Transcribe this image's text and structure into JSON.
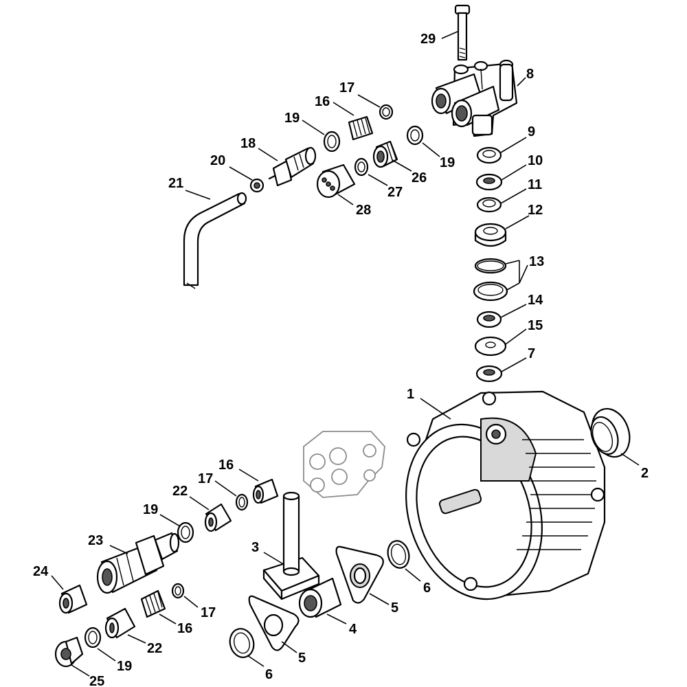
{
  "callouts": [
    {
      "id": "c29",
      "label": "29"
    },
    {
      "id": "c8",
      "label": "8"
    },
    {
      "id": "c17a",
      "label": "17"
    },
    {
      "id": "c16a",
      "label": "16"
    },
    {
      "id": "c19a",
      "label": "19"
    },
    {
      "id": "c18",
      "label": "18"
    },
    {
      "id": "c20",
      "label": "20"
    },
    {
      "id": "c21",
      "label": "21"
    },
    {
      "id": "c19b",
      "label": "19"
    },
    {
      "id": "c26",
      "label": "26"
    },
    {
      "id": "c27",
      "label": "27"
    },
    {
      "id": "c28",
      "label": "28"
    },
    {
      "id": "c9",
      "label": "9"
    },
    {
      "id": "c10",
      "label": "10"
    },
    {
      "id": "c11",
      "label": "11"
    },
    {
      "id": "c12",
      "label": "12"
    },
    {
      "id": "c13",
      "label": "13"
    },
    {
      "id": "c14",
      "label": "14"
    },
    {
      "id": "c15",
      "label": "15"
    },
    {
      "id": "c7",
      "label": "7"
    },
    {
      "id": "c1",
      "label": "1"
    },
    {
      "id": "c2",
      "label": "2"
    },
    {
      "id": "c16b",
      "label": "16"
    },
    {
      "id": "c17b",
      "label": "17"
    },
    {
      "id": "c22a",
      "label": "22"
    },
    {
      "id": "c19c",
      "label": "19"
    },
    {
      "id": "c23",
      "label": "23"
    },
    {
      "id": "c3",
      "label": "3"
    },
    {
      "id": "c24",
      "label": "24"
    },
    {
      "id": "c6a",
      "label": "6"
    },
    {
      "id": "c5a",
      "label": "5"
    },
    {
      "id": "c4",
      "label": "4"
    },
    {
      "id": "c17c",
      "label": "17"
    },
    {
      "id": "c16c",
      "label": "16"
    },
    {
      "id": "c22b",
      "label": "22"
    },
    {
      "id": "c19d",
      "label": "19"
    },
    {
      "id": "c25",
      "label": "25"
    },
    {
      "id": "c5b",
      "label": "5"
    },
    {
      "id": "c6b",
      "label": "6"
    }
  ]
}
